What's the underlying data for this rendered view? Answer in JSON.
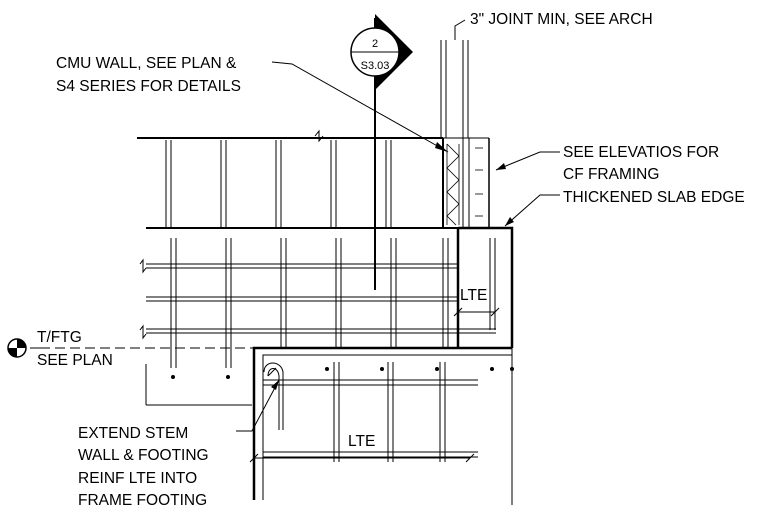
{
  "callout": {
    "detail_number": "2",
    "sheet_reference": "S3.03"
  },
  "notes": {
    "joint": "3\" JOINT MIN, SEE ARCH",
    "cmu_wall": [
      "CMU WALL, SEE PLAN &",
      "S4 SERIES FOR DETAILS"
    ],
    "cf_framing": [
      "SEE ELEVATIOS FOR",
      "CF FRAMING"
    ],
    "slab_edge": "THICKENED SLAB EDGE",
    "extend_stem": [
      "EXTEND STEM",
      "WALL & FOOTING",
      "REINF LTE INTO",
      "FRAME FOOTING"
    ]
  },
  "elevation_marker": {
    "label": "T/FTG",
    "note": "SEE PLAN"
  },
  "dimensions": {
    "lte_upper": "LTE",
    "lte_lower": "LTE"
  }
}
